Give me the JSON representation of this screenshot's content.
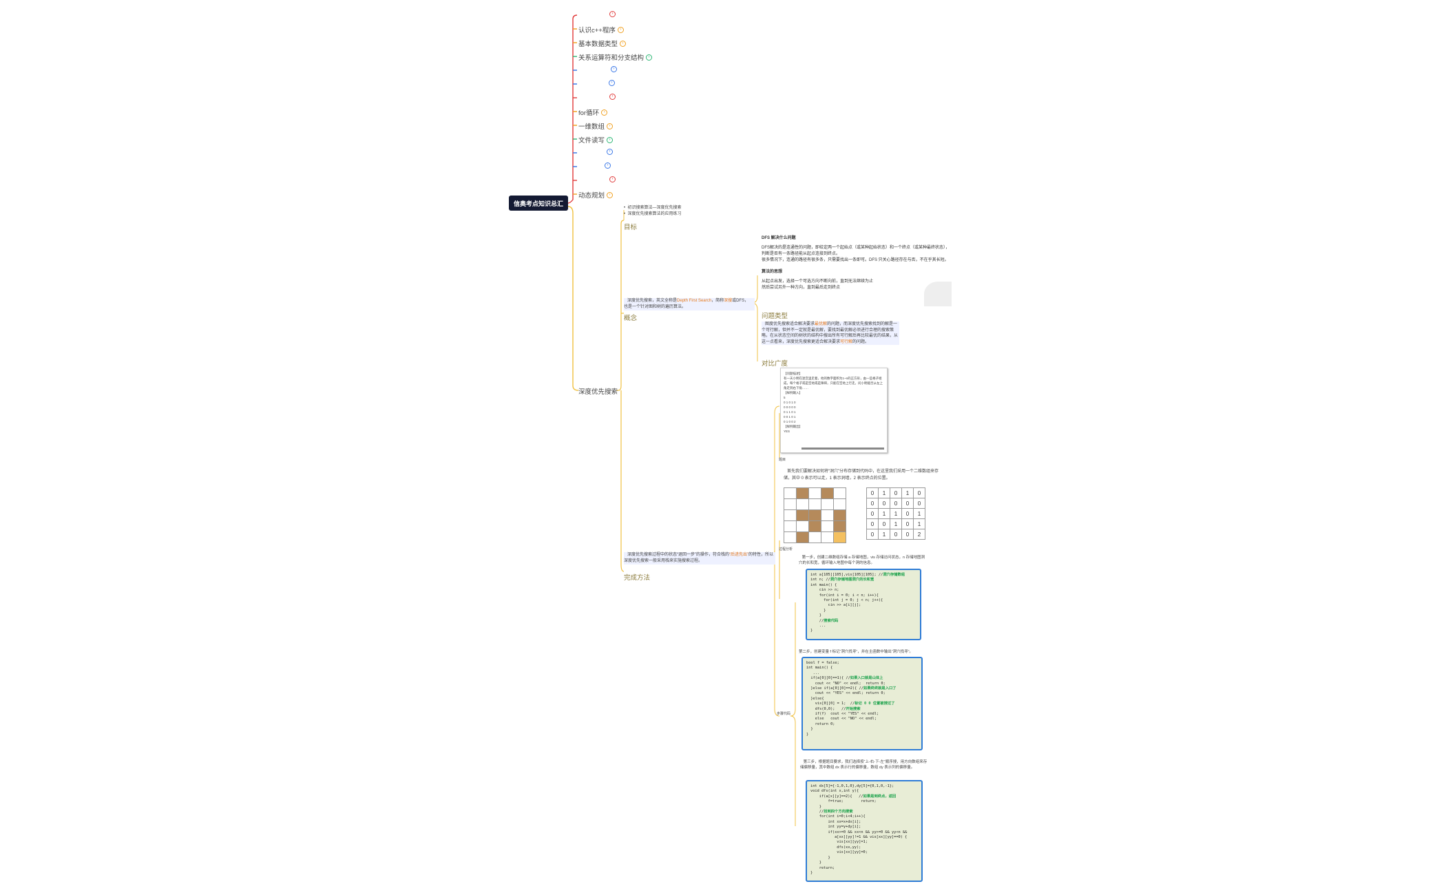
{
  "root": "信奥考点知识总汇",
  "branches": [
    {
      "label": "",
      "color": "#e03a3a"
    },
    {
      "label": "认识c++程序",
      "color": "#f0a020"
    },
    {
      "label": "基本数据类型",
      "color": "#f0a020"
    },
    {
      "label": "关系运算符和分支结构",
      "color": "#2bb673"
    },
    {
      "label": "",
      "color": "#3b78e7"
    },
    {
      "label": "",
      "color": "#3b78e7"
    },
    {
      "label": "",
      "color": "#e03a3a"
    },
    {
      "label": "for循环",
      "color": "#f0a020"
    },
    {
      "label": "一维数组",
      "color": "#f0a020"
    },
    {
      "label": "文件读写",
      "color": "#2bb673"
    },
    {
      "label": "",
      "color": "#3b78e7"
    },
    {
      "label": "",
      "color": "#3b78e7"
    },
    {
      "label": "",
      "color": "#e03a3a"
    },
    {
      "label": "动态规划",
      "color": "#f0a020"
    }
  ],
  "dfs": {
    "label": "深度优先搜索",
    "goal_label": "目标",
    "goal_items": [
      "初识搜索算法—深度优先搜索",
      "深度优先搜索算法的应用练习"
    ],
    "concept_label": "概念",
    "concept_text_a": "深度优先搜索，英文全称是",
    "concept_text_b": "Depth First Search",
    "concept_text_c": "，简称",
    "concept_text_d": "深搜",
    "concept_text_e": "或DFS，",
    "concept_text_f": "也是一个针对图和树的遍历算法。",
    "method_label": "完成方法",
    "method_text_a": "深度优先搜索过程中的状态“退回一步”的操作，符合栈的",
    "method_text_b": "“后进先出”",
    "method_text_c": "的特性，所以深度优先搜索一般采用栈来实施搜索过程。",
    "card": {
      "title1": "DFS 解决什么问题",
      "text1a": "DFS解决的是连通性的问题，即给定两一个起始点（或某种起始状态）和一个终点（或某种最终状态），判断是否有一条路径能从起点连接到终点。",
      "text1b": "很多情况下，连通的路径有很多条，只需要找出一条即可。DFS 只关心路径存在与否，不在乎其长短。",
      "title2": "算法的思想",
      "text2a": "从起点出发，选择一个可选方向不断向前，直到无法继续为止",
      "text2b": "然后尝试另外一种方向，直到最后走到终点"
    },
    "problem_type_label": "问题类型",
    "problem_text_a": "图度优先搜索适合解决要求",
    "problem_text_b": "最优解",
    "problem_text_c": "的问题，而深度优先搜索找到的解是一个可行解，但并不一定就是最优解，要找到最优解必须进行合理的搜索策略，在从状态空间的树状的结构中搜出所有可行解后再比较最优的结果，从这一点看来，深度优先搜索更适合解决要求",
    "problem_text_d": "可行解",
    "problem_text_e": "的问题。",
    "compare_label": "对比广度",
    "problem_doc_title": "【问题描述】",
    "problem_doc_text": "有一天小明在迷宫里走着，他的数字面积为1~n的正方形，由一些格子组成，每个格子或是空地或是障碍，只能在空地上行走。问小明能否从左上角走到右下角……",
    "problem_doc_sample": "【样例输入】",
    "sample_lines": [
      "5",
      "0 1 0 1 0",
      "0 0 0 0 0",
      "0 1 1 0 1",
      "0 0 1 0 1",
      "0 1 0 0 2"
    ],
    "problem_doc_out": "【样例输出】",
    "sample_out": "YES",
    "tiny_label_1": "题目",
    "analysis_text": "首先我们要解决如何将“洞穴”分布存储到代码中，在这里我们采用一个二维数组来存储，其中 0 表示可以走，1 表示洞墙，2 表示终点的位置。",
    "matrix": [
      [
        0,
        1,
        0,
        1,
        0
      ],
      [
        0,
        0,
        0,
        0,
        0
      ],
      [
        0,
        1,
        1,
        0,
        1
      ],
      [
        0,
        0,
        1,
        0,
        1
      ],
      [
        0,
        1,
        0,
        0,
        2
      ]
    ],
    "tiny_label_2": "过程分析",
    "step1": "第一步，创建二维数组存储 a 存储地图，vis 存储访问状态，n 存储地图洞穴的长和宽，循环输入地图中每个洞的信息。",
    "code1": [
      "int a[105][105],vis[105][105]; //",
      "int n; //",
      "int main() {",
      "    cin >> n;",
      "    for(int i = 0; i < n; i++){",
      "      for(int j = 0; j < n; j++){",
      "        cin >> a[i][j];",
      "      }",
      "    }",
      "    //",
      "    ...",
      "}"
    ],
    "code1_comments": [
      "洞穴存储数组",
      "洞穴存储地图洞穴的长和宽",
      "",
      "",
      "",
      "",
      "",
      "",
      "",
      "搜索代码",
      "",
      ""
    ],
    "step2": "第二步，创建变量 f 标记“洞穴找寻”，并在主函数中输出“洞穴找寻”。",
    "code2": [
      "bool f = false;",
      "int main() {",
      "   ...",
      "  if(a[0][0]==1){ //",
      "    cout << \"NO\" << endl;  return 0;",
      "  }else if(a[0][0]==2){ //",
      "    cout << \"YES\" << endl; return 0;",
      "  }else{",
      "    vis[0][0] = 1;  //",
      "    dfs(0,0);   //",
      "    if(f)  cout << \"YES\" << endl;",
      "    else   cout << \"NO\" << endl;",
      "    return 0;",
      "  }",
      "}"
    ],
    "code2_comments": [
      "",
      "",
      "",
      "如果入口就是山体上",
      "",
      "如果终终就是入口了",
      "",
      "",
      "标记 0 0 位置被搜过了",
      "开始搜索",
      "",
      "",
      "",
      "",
      ""
    ],
    "tiny_label_3": "步骤代码",
    "step3": "第三步，根据题目要求，我们选择按“上-右-下-左”顺序搜，用方向数组来存储偏移量，其中数组 dx 表示行的偏移量，数组 dy 表示列的偏移量。",
    "code3": [
      "int dx[5]={-1,0,1,0},dy[5]={0,1,0,-1};",
      "void dfs(int x,int y){",
      "    if(a[x][y]==2){   //",
      "        f=true;        return;",
      "    }",
      "    //",
      "    for(int i=0;i<4;i++){",
      "        int xx=x+dx[i];",
      "        int yy=y+dy[i];",
      "        if(xx>=0 && xx<n && yy>=0 && yy<n &&",
      "           a[xx][yy]!=1 && vis[xx][yy]==0) {",
      "            vis[xx][yy]=1;",
      "            dfs(xx,yy);",
      "            vis[xx][yy]=0;",
      "        }",
      "    }",
      "    return;",
      "}"
    ],
    "code3_comments": [
      "",
      "",
      "如果是到终点，返回",
      "",
      "",
      "找到四个方向搜索",
      "",
      "",
      "",
      "",
      "",
      "",
      "",
      "",
      "",
      "",
      "",
      ""
    ]
  }
}
